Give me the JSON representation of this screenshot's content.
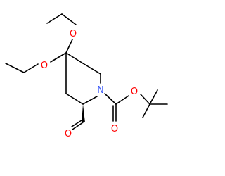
{
  "molecule": {
    "atoms": [
      {
        "id": "o_ether_top",
        "label": "O",
        "element": "O"
      },
      {
        "id": "o_ether_left",
        "label": "O",
        "element": "O"
      },
      {
        "id": "n_ring",
        "label": "N",
        "element": "N"
      },
      {
        "id": "o_aldehyde",
        "label": "O",
        "element": "O"
      },
      {
        "id": "o_carbonyl",
        "label": "O",
        "element": "O"
      },
      {
        "id": "o_ester",
        "label": "O",
        "element": "O"
      }
    ],
    "colors": {
      "bond": "#000000",
      "oxygen": "#ff0000",
      "nitrogen": "#3050f8",
      "background": "#ffffff"
    }
  }
}
